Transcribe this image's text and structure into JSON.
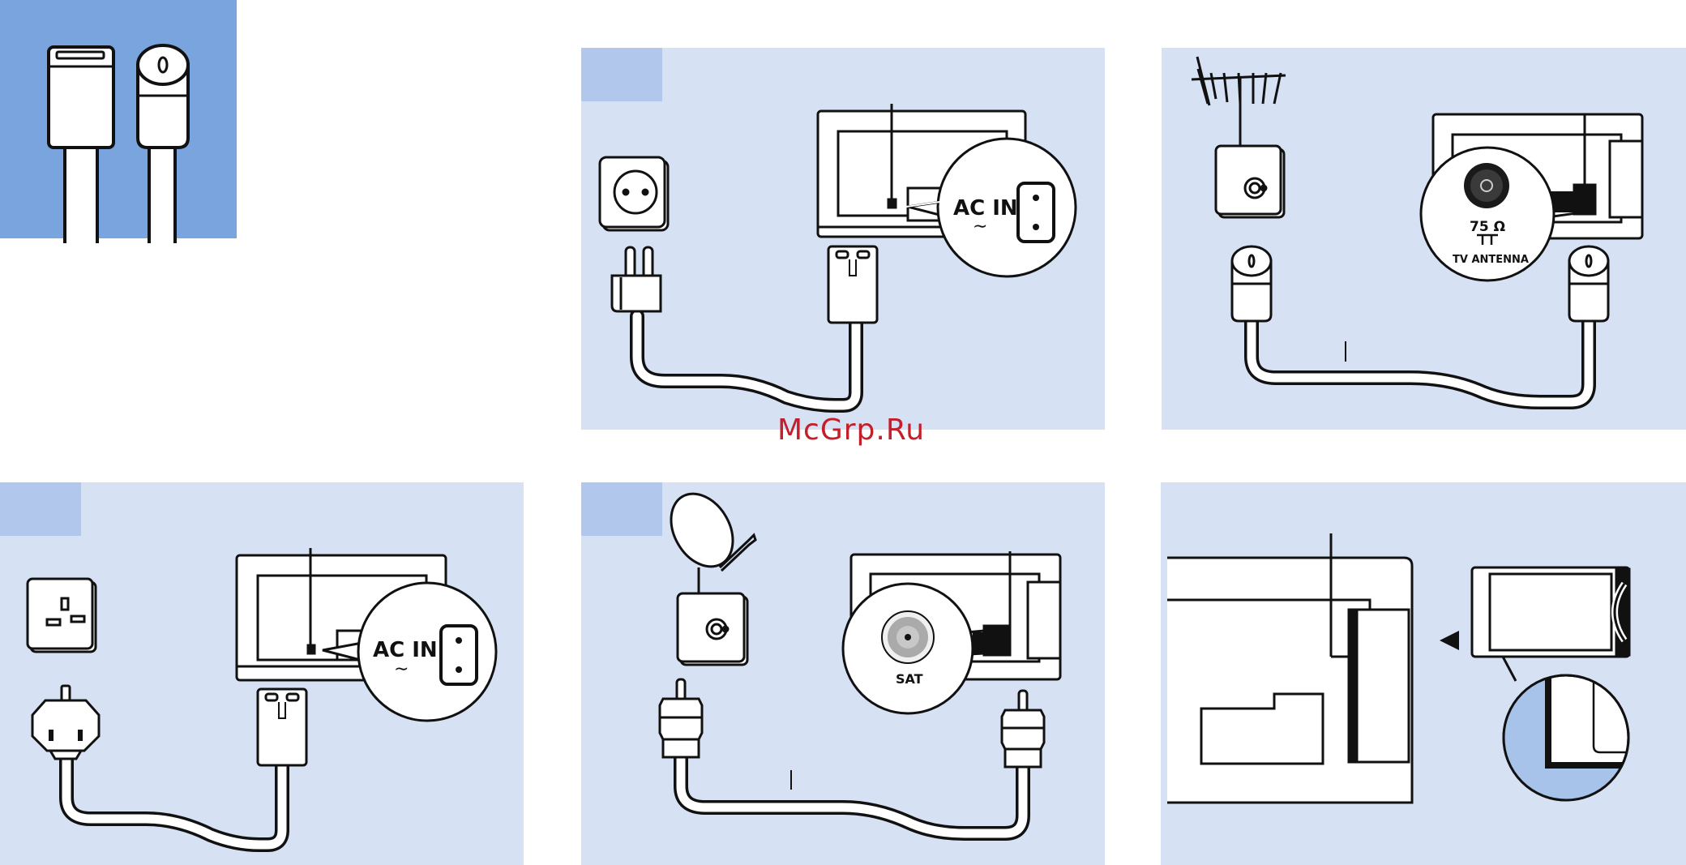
{
  "colors": {
    "panel_bg": "#d6e2f4",
    "tab_bg": "#b1c7eb",
    "header_bg": "#7aa4dd",
    "line": "#111111",
    "white": "#ffffff",
    "watermark": "#c41e2a"
  },
  "labels": {
    "ac_in_eu": "AC IN",
    "ac_in_uk": "AC IN",
    "antenna_ohm": "75 Ω",
    "antenna_label": "TV ANTENNA",
    "sat_label": "SAT",
    "tilde": "∼"
  },
  "watermark": "McGrp.Ru",
  "icons": [
    "cable-connector-icon",
    "coax-connector-icon",
    "eu-wall-socket-icon",
    "eu-power-plug-icon",
    "iec-power-connector-icon",
    "tv-back-panel-icon",
    "ac-in-socket-icon",
    "tv-antenna-icon",
    "antenna-wall-socket-icon",
    "uk-wall-socket-icon",
    "uk-power-plug-icon",
    "satellite-dish-icon",
    "f-connector-icon",
    "ci-module-card-icon",
    "insert-arrow-icon"
  ]
}
